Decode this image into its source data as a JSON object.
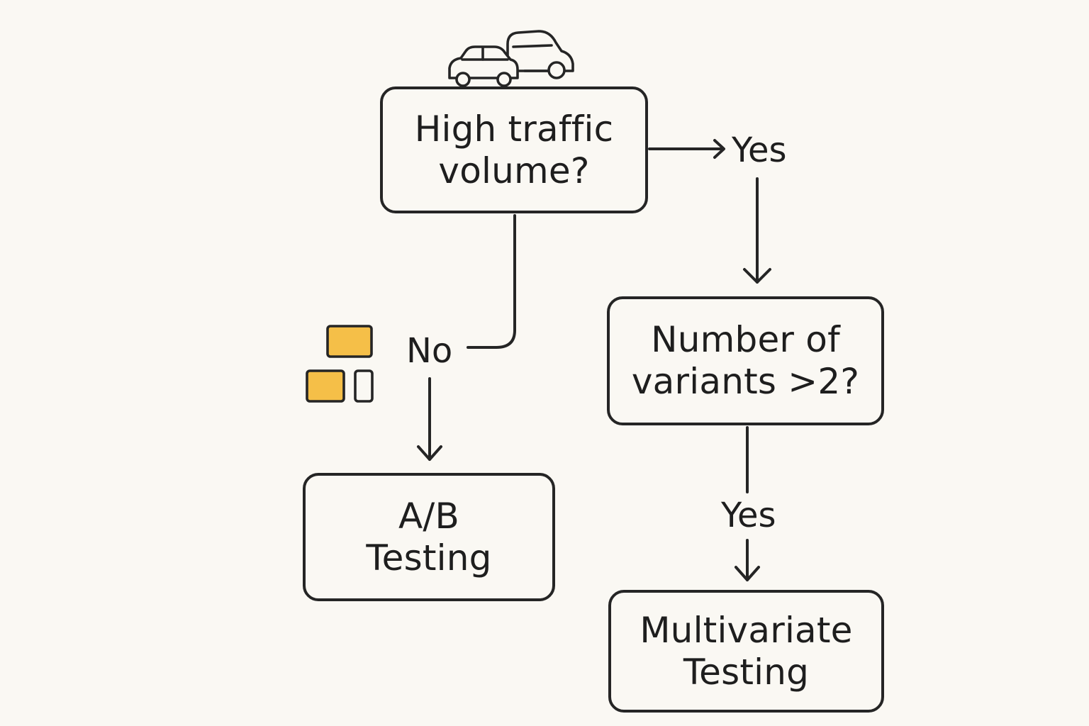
{
  "nodes": {
    "start": {
      "lines": [
        "High traffic",
        "volume?"
      ]
    },
    "variants": {
      "lines": [
        "Number of",
        "variants >2?"
      ]
    },
    "ab": {
      "lines": [
        "A/B",
        "Testing"
      ]
    },
    "multivariate": {
      "lines": [
        "Multivariate",
        "Testing"
      ]
    }
  },
  "edges": {
    "start_yes": {
      "label": "Yes"
    },
    "start_no": {
      "label": "No"
    },
    "variants_yes": {
      "label": "Yes"
    }
  },
  "icons": {
    "top": "cars-icon",
    "side": "blocks-icon",
    "accent_color": "#f5bf48",
    "stroke_color": "#252525"
  }
}
